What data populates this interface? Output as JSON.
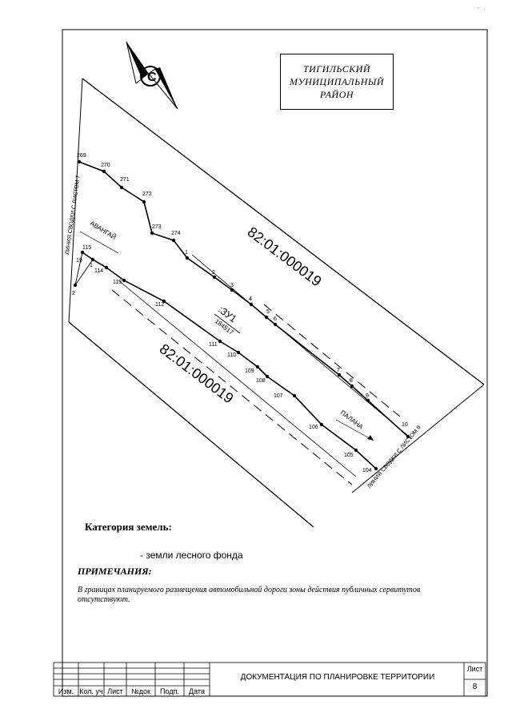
{
  "region": {
    "text": "ТИГИЛЬСКИЙ\nМУНИЦИПАЛЬНЫЙ\nРАЙОН"
  },
  "map": {
    "block_top": "82:01:000019",
    "block_bottom": "82:01:000019",
    "parcel_id": ":ЗУ1",
    "parcel_area": "184517",
    "road_avangay": "АВАНГАЙ",
    "road_palana": "ПАЛАНА",
    "match_line_left": "ЛИНИЯ СВОДКИ С ЛИСТОМ 7",
    "match_line_right": "ЛИНИЯ СВОДКИ С ЛИСТОМ 9",
    "points": {
      "p269": "269",
      "p270": "270",
      "p271": "271",
      "p272": "272",
      "p273": "273",
      "p274": "274",
      "p1": "1",
      "p2": "2",
      "p3": "3",
      "p4": "4",
      "p5": "5",
      "p6": "6",
      "p7": "7",
      "p8": "8",
      "p9": "9",
      "p10": "10",
      "p115": "115",
      "p114": "114",
      "p113": "113",
      "p112": "112",
      "p111": "111",
      "p110": "110",
      "p109": "109",
      "p108": "108",
      "p107": "107",
      "p106": "106",
      "p105": "105",
      "p104": "104",
      "p19": "19",
      "p1b": "1",
      "p2b": "2"
    }
  },
  "category": {
    "label": "Категория земель:",
    "value": "- земли лесного фонда"
  },
  "notes": {
    "title": "ПРИМЕЧАНИЯ:",
    "text": "В границах  планируемого размещения автомобильной дороги зоны действия публичных сервитутов отсутствуют."
  },
  "title_block": {
    "headers": [
      "Изм.",
      "Кол. уч",
      "Лист",
      "№док",
      "Подп.",
      "Дата"
    ],
    "title": "ДОКУМЕНТАЦИЯ ПО ПЛАНИРОВКЕ ТЕРРИТОРИИ",
    "sheet_label": "Лист",
    "sheet_number": "8"
  },
  "corner_mark": "~ : ,"
}
